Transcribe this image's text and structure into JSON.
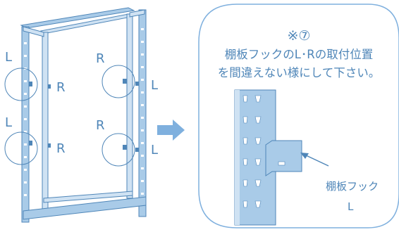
{
  "frame": {
    "side_labels": {
      "upper_left_outer": "L",
      "upper_left_inner": "R",
      "lower_left_outer": "L",
      "lower_left_inner": "R",
      "upper_right_inner": "R",
      "upper_right_outer": "L",
      "lower_right_inner": "R",
      "lower_right_outer": "L"
    }
  },
  "callout": {
    "mark": "※⑦",
    "instruction_line1": "棚板フックのL･Rの取付位置",
    "instruction_line2": "を間違えない様にして下さい。",
    "hook_name": "棚板フック",
    "hook_side": "L"
  },
  "colors": {
    "line": "#4f86b8",
    "fill": "#a9cbe8",
    "fill_light": "#cfe2f3",
    "arrow": "#7fb0de"
  },
  "icons": [
    "right-arrow-icon",
    "pointer-arrow-icon"
  ]
}
